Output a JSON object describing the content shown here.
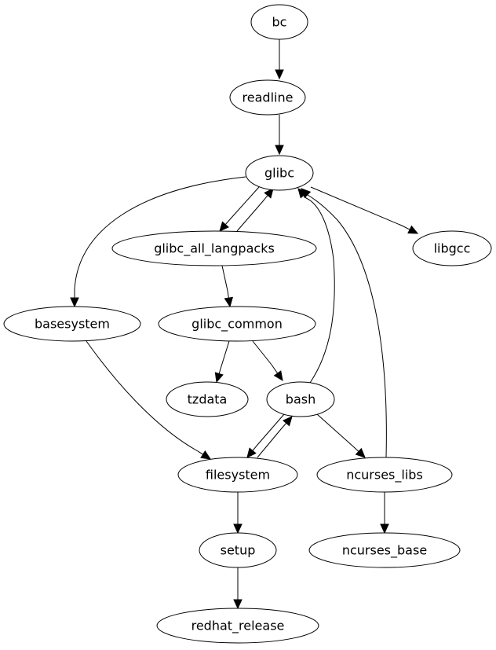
{
  "graph": {
    "type": "directed",
    "nodes": [
      {
        "id": "bc",
        "label": "bc"
      },
      {
        "id": "readline",
        "label": "readline"
      },
      {
        "id": "glibc",
        "label": "glibc"
      },
      {
        "id": "glibc_all_langpacks",
        "label": "glibc_all_langpacks"
      },
      {
        "id": "libgcc",
        "label": "libgcc"
      },
      {
        "id": "basesystem",
        "label": "basesystem"
      },
      {
        "id": "glibc_common",
        "label": "glibc_common"
      },
      {
        "id": "tzdata",
        "label": "tzdata"
      },
      {
        "id": "bash",
        "label": "bash"
      },
      {
        "id": "filesystem",
        "label": "filesystem"
      },
      {
        "id": "ncurses_libs",
        "label": "ncurses_libs"
      },
      {
        "id": "setup",
        "label": "setup"
      },
      {
        "id": "ncurses_base",
        "label": "ncurses_base"
      },
      {
        "id": "redhat_release",
        "label": "redhat_release"
      }
    ],
    "edges": [
      {
        "from": "bc",
        "to": "readline"
      },
      {
        "from": "readline",
        "to": "glibc"
      },
      {
        "from": "glibc",
        "to": "glibc_all_langpacks"
      },
      {
        "from": "glibc_all_langpacks",
        "to": "glibc"
      },
      {
        "from": "glibc",
        "to": "libgcc"
      },
      {
        "from": "glibc",
        "to": "basesystem"
      },
      {
        "from": "glibc_all_langpacks",
        "to": "glibc_common"
      },
      {
        "from": "glibc_common",
        "to": "tzdata"
      },
      {
        "from": "glibc_common",
        "to": "bash"
      },
      {
        "from": "bash",
        "to": "glibc"
      },
      {
        "from": "ncurses_libs",
        "to": "glibc"
      },
      {
        "from": "basesystem",
        "to": "filesystem"
      },
      {
        "from": "bash",
        "to": "filesystem"
      },
      {
        "from": "filesystem",
        "to": "bash"
      },
      {
        "from": "bash",
        "to": "ncurses_libs"
      },
      {
        "from": "filesystem",
        "to": "setup"
      },
      {
        "from": "ncurses_libs",
        "to": "ncurses_base"
      },
      {
        "from": "setup",
        "to": "redhat_release"
      }
    ]
  }
}
